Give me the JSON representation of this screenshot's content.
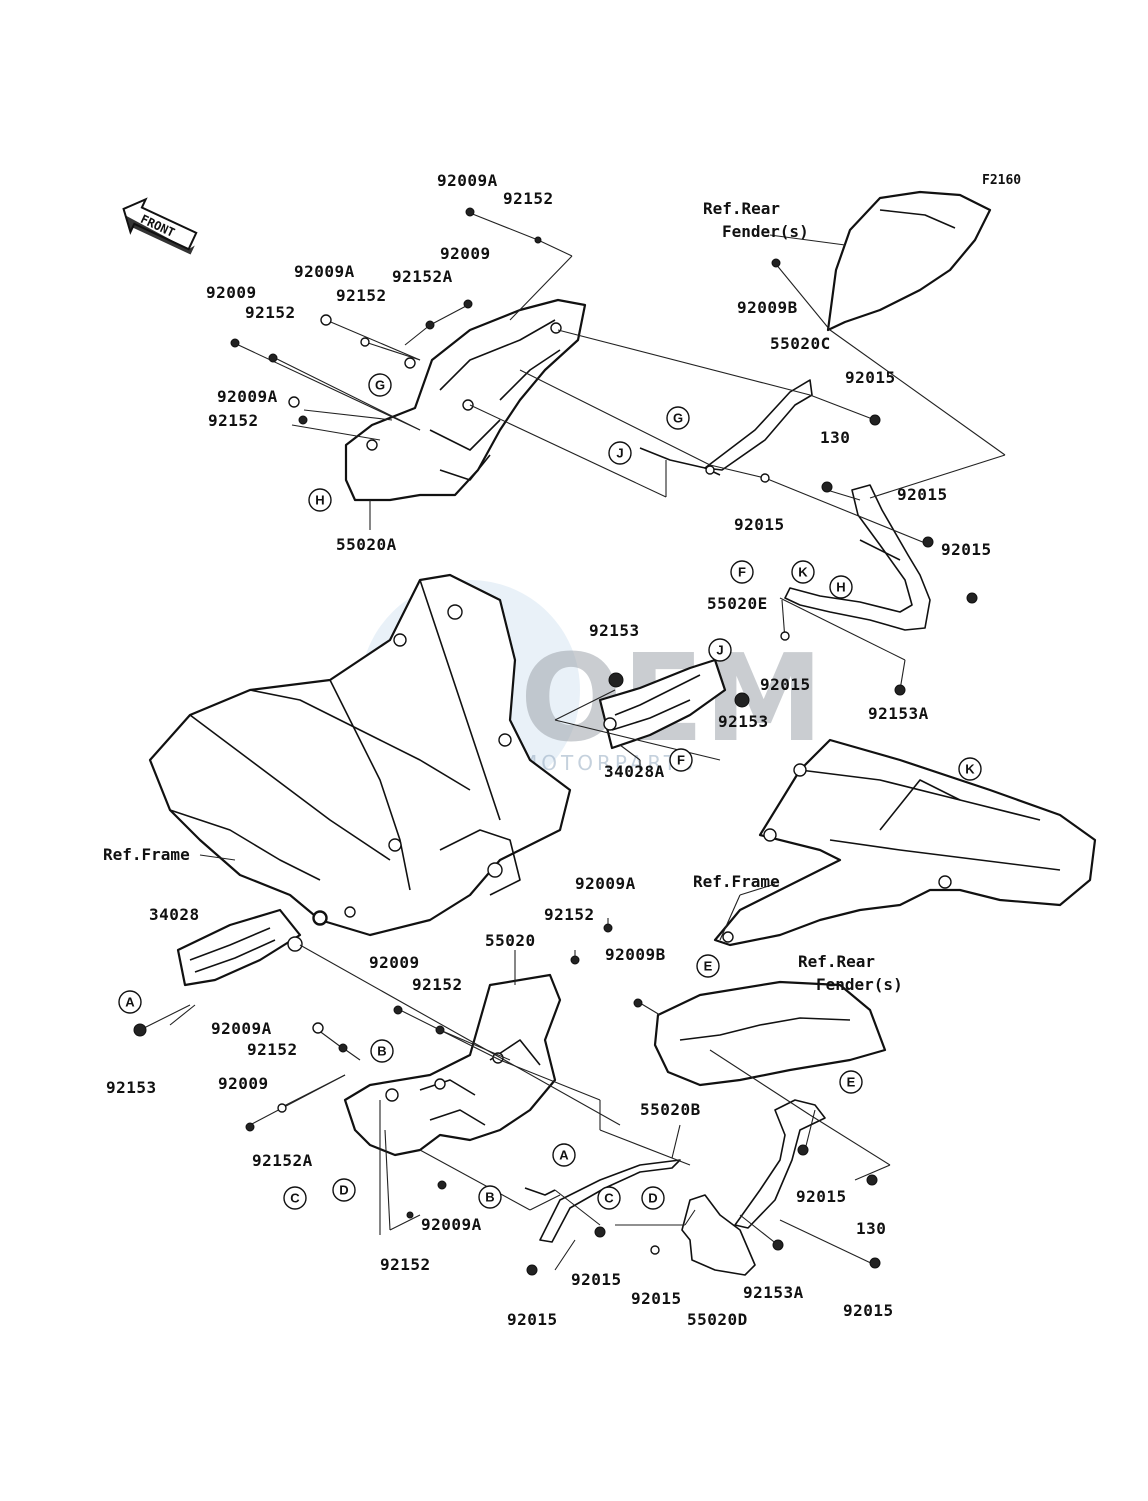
{
  "diagram_code": "F2160",
  "front_arrow_label": "FRONT",
  "watermark": {
    "main": "OEM",
    "sub": "MOTORPARTS"
  },
  "refs": {
    "rear_fender_top_1": "Ref.Rear",
    "rear_fender_top_2": "Fender(s)",
    "frame_left": "Ref.Frame",
    "frame_right": "Ref.Frame",
    "rear_fender_bottom_1": "Ref.Rear",
    "rear_fender_bottom_2": "Fender(s)"
  },
  "part_labels": [
    "92009A",
    "92152",
    "92009A",
    "92152",
    "92152A",
    "92009",
    "92009",
    "92152",
    "92009A",
    "92152",
    "55020A",
    "92009B",
    "55020C",
    "92015",
    "130",
    "92015",
    "92015",
    "92015",
    "55020E",
    "92015",
    "92153A",
    "92153",
    "92153",
    "34028A",
    "34028",
    "92153",
    "92009A",
    "92152",
    "92009B",
    "55020",
    "92009",
    "92152",
    "92009A",
    "92152",
    "92009",
    "92152A",
    "92009A",
    "92152",
    "55020B",
    "92015",
    "92015",
    "92015",
    "55020D",
    "92153A",
    "92015",
    "92015",
    "130"
  ],
  "callouts": [
    "G",
    "H",
    "G",
    "J",
    "F",
    "K",
    "H",
    "J",
    "F",
    "K",
    "E",
    "A",
    "B",
    "C",
    "D",
    "A",
    "B",
    "C",
    "D",
    "E"
  ]
}
